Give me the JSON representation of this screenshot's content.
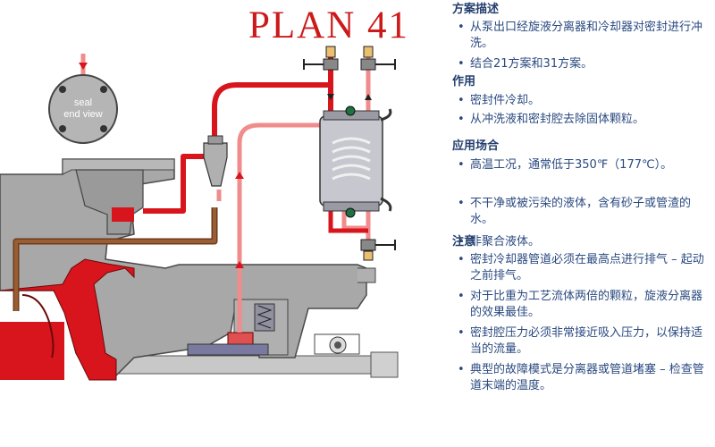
{
  "title": "PLAN  41",
  "seal_view": {
    "line1": "seal",
    "line2": "end view"
  },
  "sections": [
    {
      "heading": "方案描述",
      "items": [
        "从泵出口经旋液分离器和冷却器对密封进行冲洗。",
        "结合21方案和31方案。"
      ]
    },
    {
      "heading": "作用",
      "items": [
        "密封件冷却。",
        "从冲洗液和密封腔去除固体颗粒。"
      ]
    },
    {
      "heading": "应用场合",
      "items": [
        "高温工况，通常低于350℉（177℃）。",
        "不干净或被污染的液体，含有砂子或管渣的水。",
        "非聚合液体。"
      ]
    },
    {
      "heading": "注意",
      "items": [
        "密封冷却器管道必须在最高点进行排气 – 起动之前排气。",
        "对于比重为工艺流体两倍的颗粒，旋液分离器的效果最佳。",
        "密封腔压力必须非常接近吸入压力，以保持适当的流量。",
        "典型的故障模式是分离器或管道堵塞 – 检查管道末端的温度。"
      ]
    }
  ],
  "colors": {
    "red": "#d8141c",
    "pink": "#f08c8c",
    "brown": "#8a5230",
    "grey": "#a8a8a8",
    "title": "#cc1a1a",
    "text": "#2a4a80"
  }
}
